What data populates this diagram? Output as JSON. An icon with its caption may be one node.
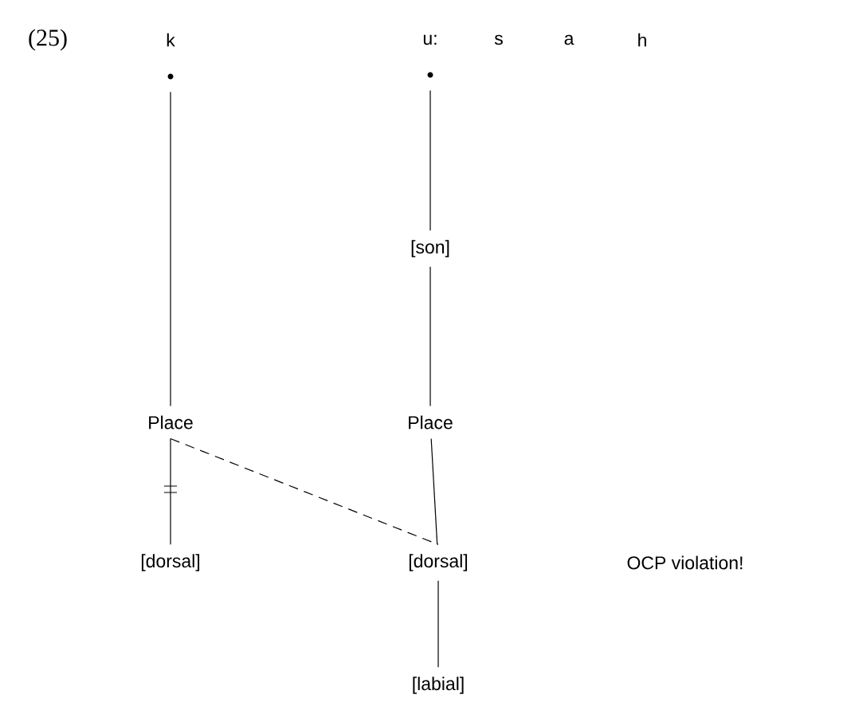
{
  "diagram": {
    "nodes": [
      {
        "text": [],
        "shape": "circle"
      },
      {
        "text": [],
        "shape": "circle"
      },
      {
        "text": [
          "[son]"
        ]
      },
      {
        "text": [
          "Place"
        ]
      },
      {
        "text": [
          "Place"
        ]
      },
      {
        "text": [
          "[dorsal]"
        ]
      },
      {
        "text": [
          "[dorsal]"
        ]
      },
      {
        "text": [
          "[labial]"
        ]
      }
    ],
    "edges": [
      {
        "from": 0,
        "to": 3,
        "arrow": "none"
      },
      {
        "from": 1,
        "to": 2,
        "arrow": "none"
      },
      {
        "from": 2,
        "to": 4,
        "arrow": "none"
      },
      {
        "from": 3,
        "to": 5,
        "arrow": "none"
      },
      {
        "from": 3,
        "to": 6,
        "arrow": "none",
        "style": "dashed"
      },
      {
        "from": 4,
        "to": 6,
        "arrow": "none"
      },
      {
        "from": 6,
        "to": 7,
        "arrow": "none"
      }
    ],
    "labels": [
      "(25)",
      "k",
      "u:",
      "s",
      "a",
      "h",
      "OCP violation!"
    ]
  }
}
